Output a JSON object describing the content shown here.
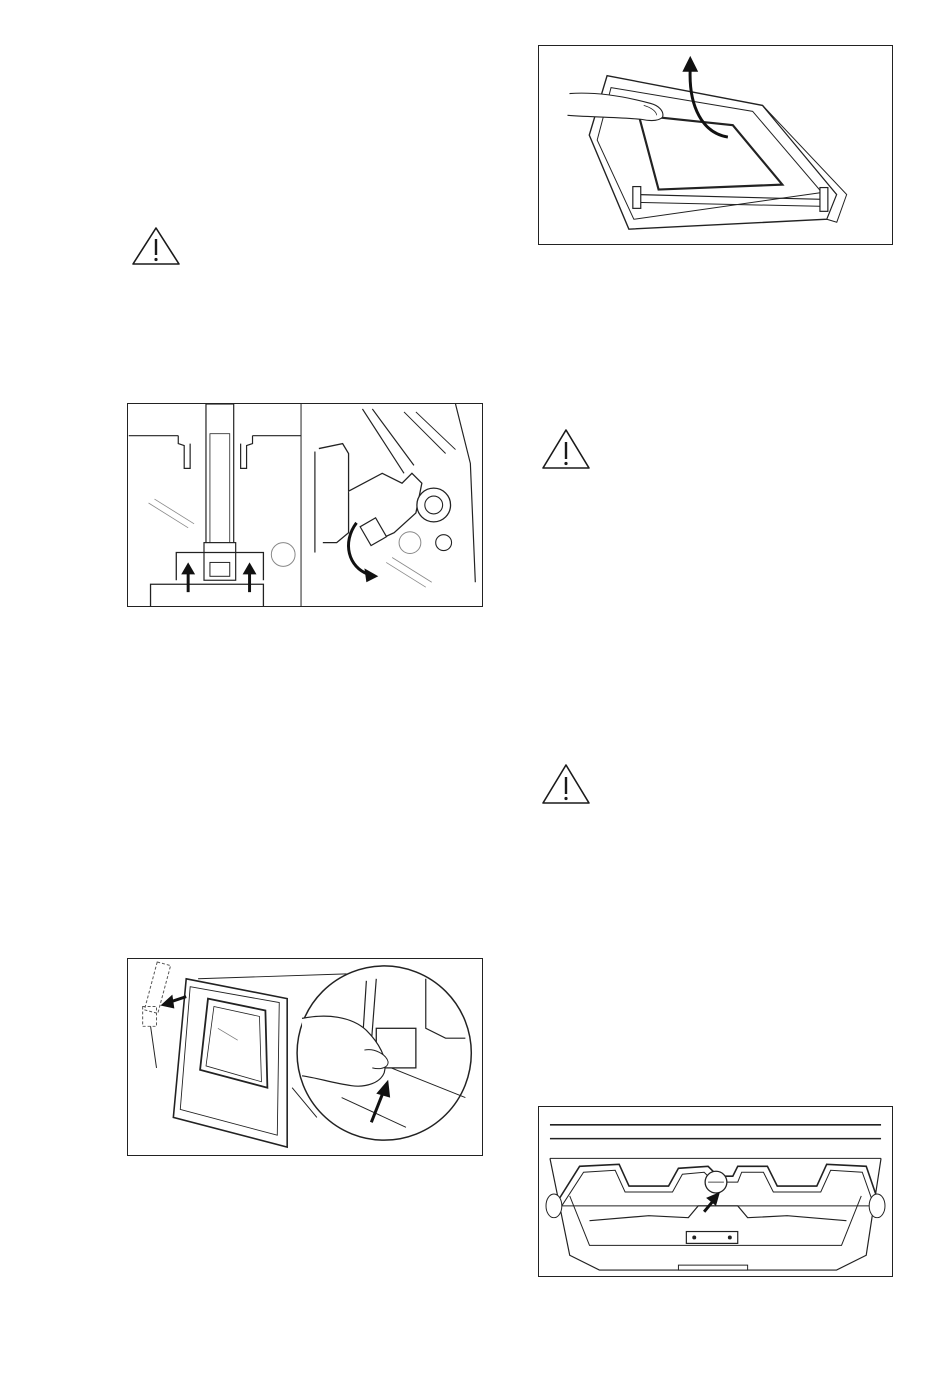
{
  "document": {
    "type": "appliance-manual-page",
    "figures": [
      {
        "id": "door-hinge-detail"
      },
      {
        "id": "door-glass-panel-removal"
      },
      {
        "id": "oven-door-lift"
      },
      {
        "id": "grill-element-cavity"
      }
    ],
    "warning_icons": [
      "warning-triangle-icon",
      "warning-triangle-icon",
      "warning-triangle-icon"
    ]
  }
}
